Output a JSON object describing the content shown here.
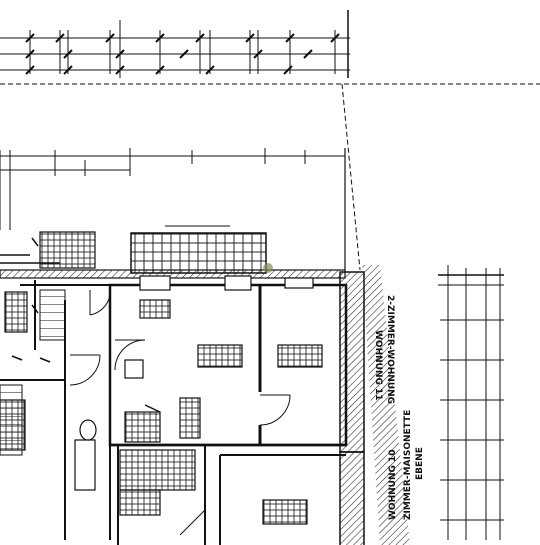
{
  "plan": {
    "unit_labels": [
      {
        "text": "WOHNUNG 11"
      },
      {
        "text": "2-ZIMMER-WOHNUNG"
      },
      {
        "text": "WOHNUNG 10"
      },
      {
        "text": "ZIMMER-MAISONETTE"
      },
      {
        "text": "EBENE"
      }
    ]
  },
  "colors": {
    "ink": "#111111",
    "background": "#ffffff",
    "hatch": "#333333",
    "marker": "#8a8a55"
  }
}
